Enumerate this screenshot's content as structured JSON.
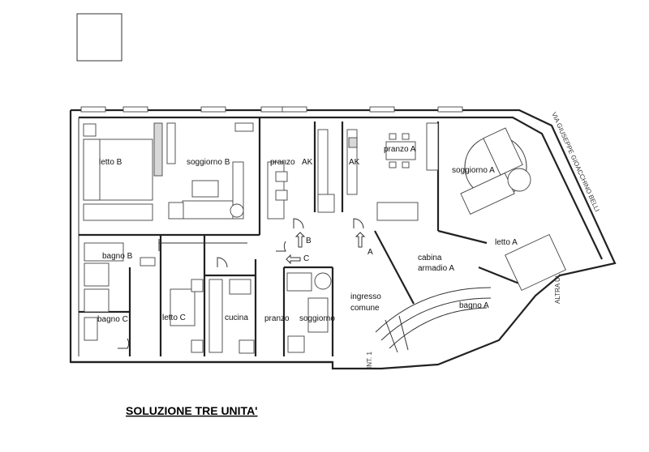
{
  "title": "SOLUZIONE TRE UNITA'",
  "street_label": "VIA GIUSEPPE GIOACCHINO BELLI",
  "side_labels": {
    "other_units": "ALTRA UI.",
    "entrance": "INT. 1"
  },
  "rooms": {
    "letto_b": "letto B",
    "soggiorno_b": "soggiorno B",
    "pranzo_ak": "pranzo",
    "ak_left": "AK",
    "ak_right": "AK",
    "pranzo_a": "pranzo A",
    "soggiorno_a": "soggiorno A",
    "letto_a": "letto A",
    "bagno_a": "bagno A",
    "cabina_1": "cabina",
    "cabina_2": "armadio A",
    "ingresso_1": "ingresso",
    "ingresso_2": "comune",
    "bagno_b": "bagno B",
    "bagno_c": "bagno C",
    "letto_c": "letto C",
    "cucina": "cucina",
    "pranzo_c": "pranzo",
    "soggiorno_c": "soggiorno"
  },
  "markers": {
    "a": "A",
    "b": "B",
    "c": "C"
  }
}
